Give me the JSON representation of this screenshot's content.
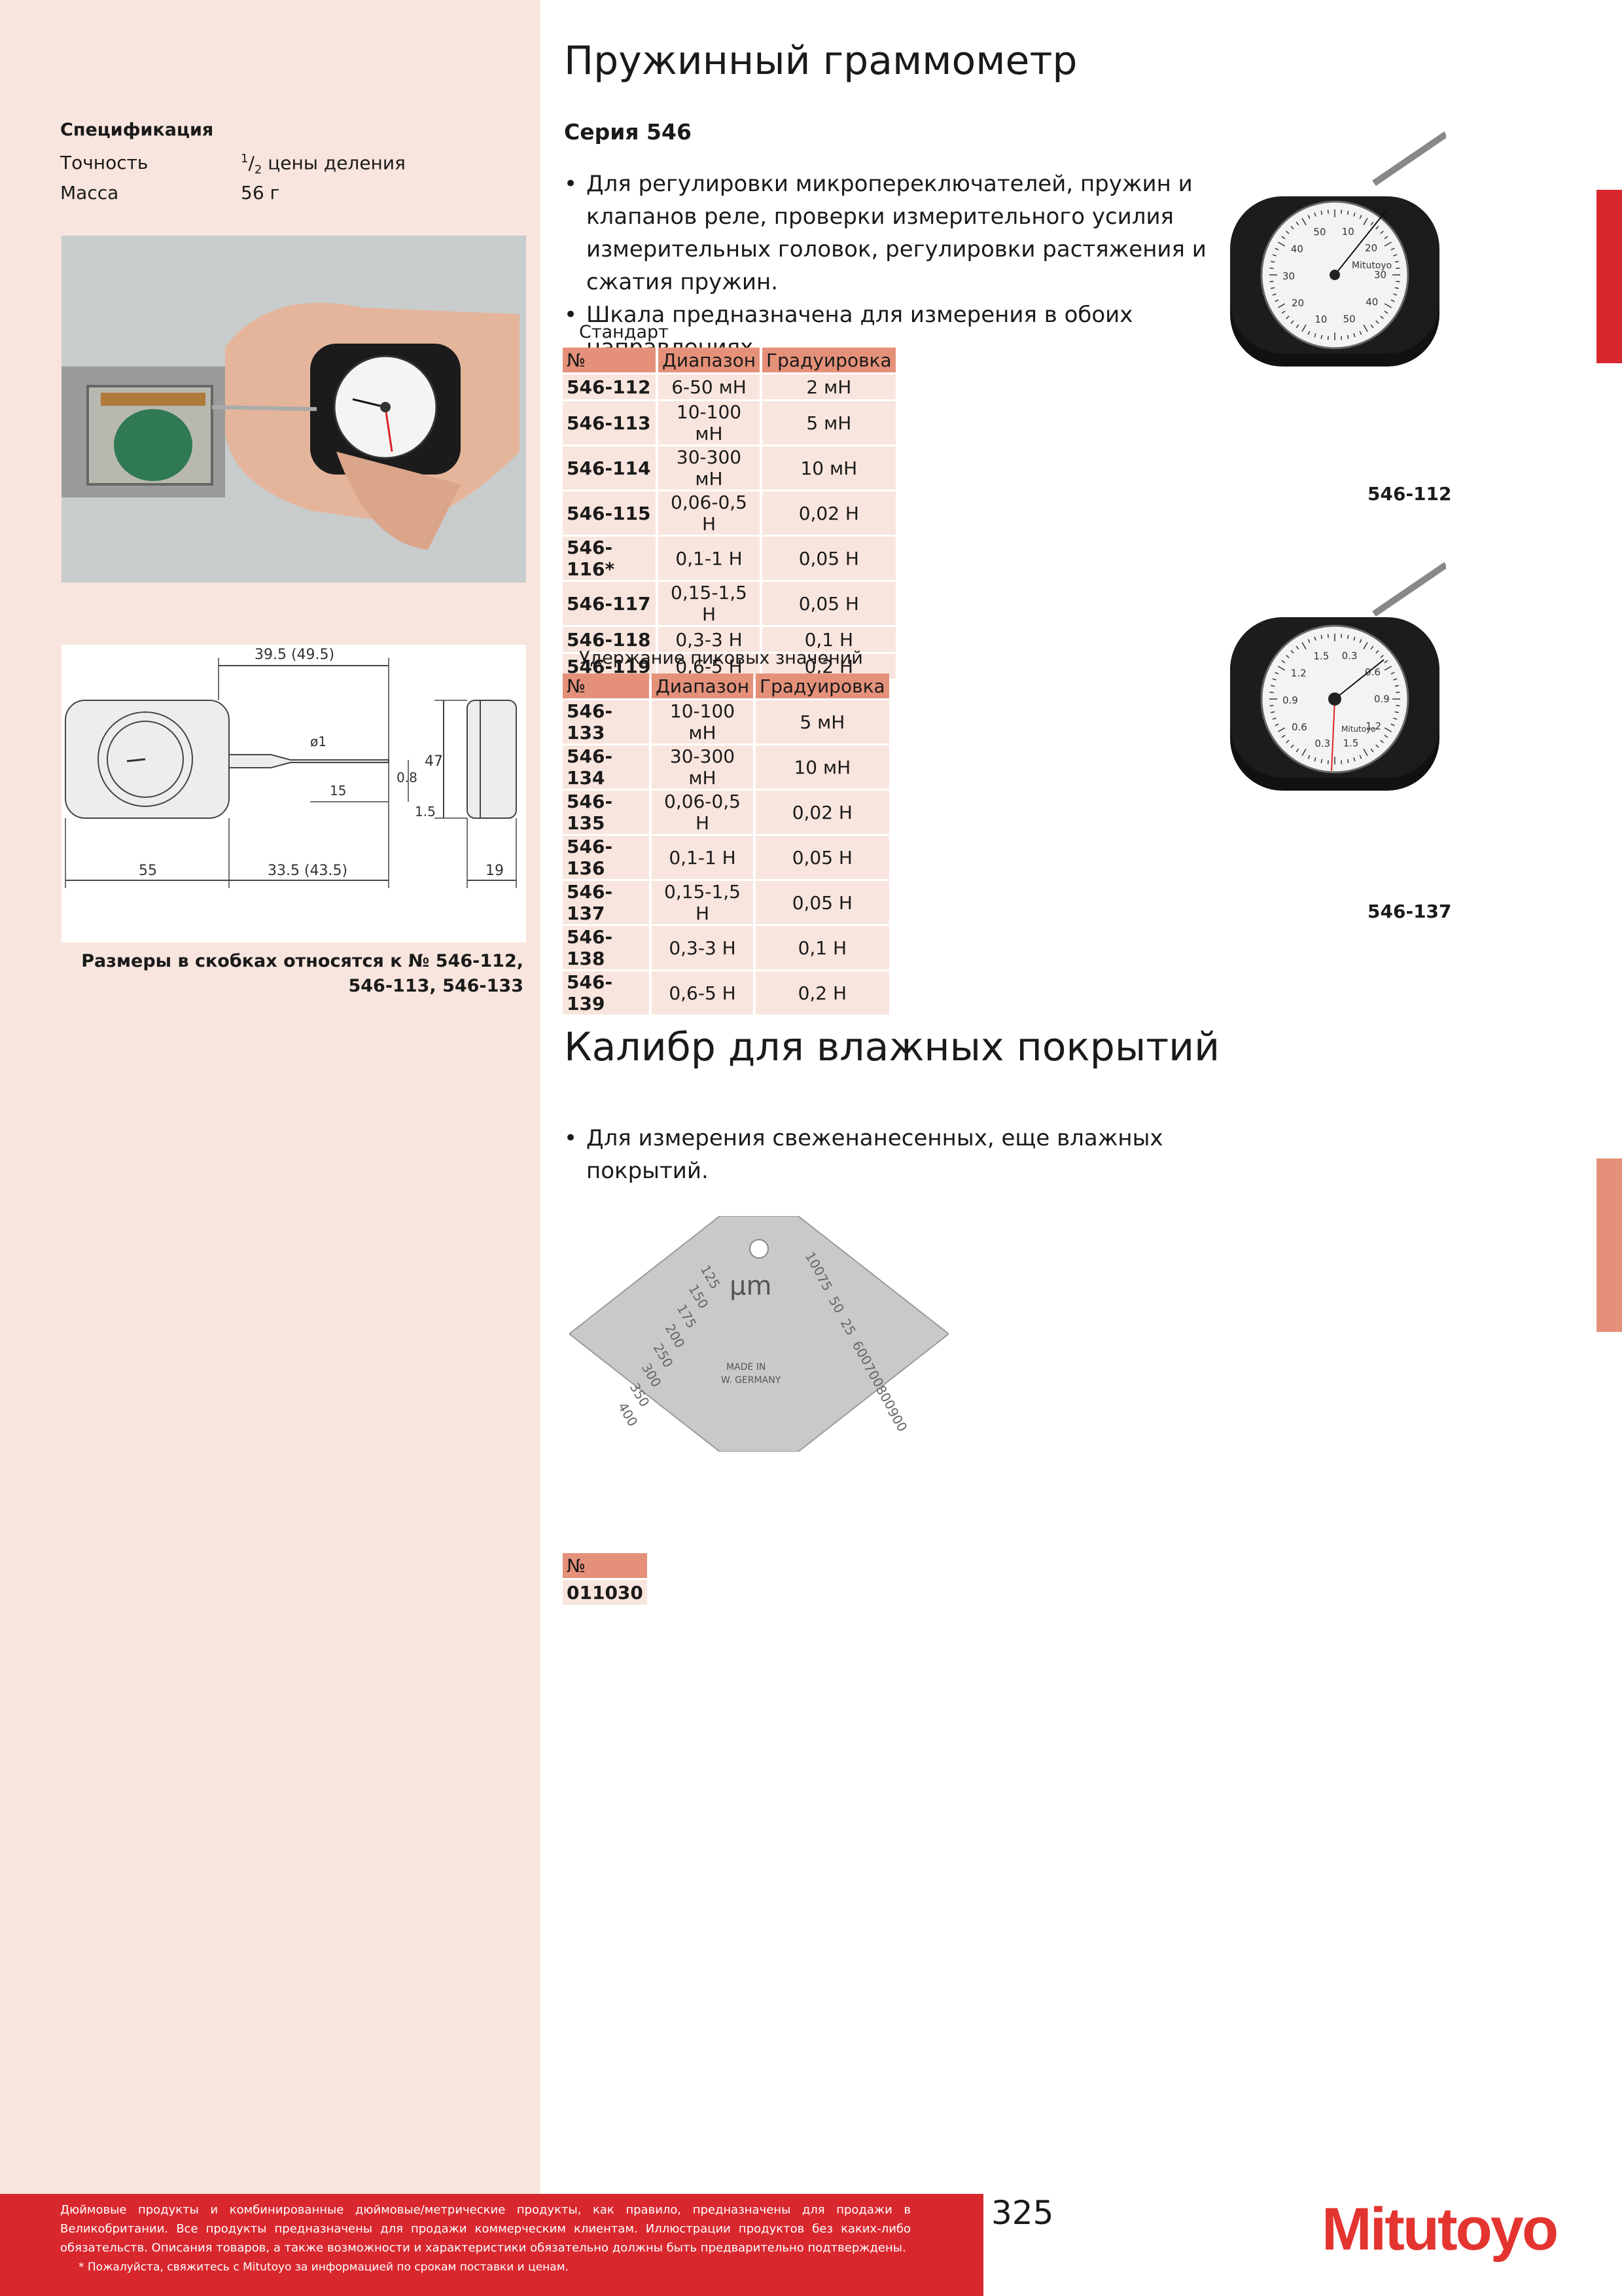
{
  "left": {
    "spec_title": "Спецификация",
    "spec": [
      {
        "label": "Точность",
        "value_sup": "1",
        "value_sub": "2",
        "value_rest": " цены деления"
      },
      {
        "label": "Масса",
        "value": "56 г"
      }
    ],
    "dims": {
      "top": "39.5 (49.5)",
      "phi": "ø1",
      "d08": "0.8",
      "d47": "47",
      "d15": "15",
      "d1_5": "1.5",
      "d55": "55",
      "d33_5": "33.5 (43.5)",
      "d19": "19"
    },
    "caption": "Размеры в скобках относятся к № 546-112, 546-113, 546-133"
  },
  "section1": {
    "title": "Пружинный граммометр",
    "series": "Серия 546",
    "bullets": [
      "Для регулировки микропереключателей, пружин и клапанов реле, проверки измерительного усилия измерительных головок, регулировки растяжения и сжатия пружин.",
      "Шкала предназначена для измерения в обоих направлениях."
    ],
    "table_standard": {
      "label": "Стандарт",
      "headers": [
        "№",
        "Диапазон",
        "Градуировка"
      ],
      "rows": [
        [
          "546-112",
          "6-50 мН",
          "2 мН"
        ],
        [
          "546-113",
          "10-100 мН",
          "5 мН"
        ],
        [
          "546-114",
          "30-300 мН",
          "10 мН"
        ],
        [
          "546-115",
          "0,06-0,5 Н",
          "0,02 Н"
        ],
        [
          "546-116*",
          "0,1-1 Н",
          "0,05 Н"
        ],
        [
          "546-117",
          "0,15-1,5 Н",
          "0,05 Н"
        ],
        [
          "546-118",
          "0,3-3 Н",
          "0,1 Н"
        ],
        [
          "546-119",
          "0,6-5 Н",
          "0,2 Н"
        ]
      ]
    },
    "table_peak": {
      "label": "Удержание пиковых значений",
      "headers": [
        "№",
        "Диапазон",
        "Градуировка"
      ],
      "rows": [
        [
          "546-133",
          "10-100 мН",
          "5 мН"
        ],
        [
          "546-134",
          "30-300 мН",
          "10 мН"
        ],
        [
          "546-135",
          "0,06-0,5 Н",
          "0,02 Н"
        ],
        [
          "546-136",
          "0,1-1 Н",
          "0,05 Н"
        ],
        [
          "546-137",
          "0,15-1,5 Н",
          "0,05 Н"
        ],
        [
          "546-138",
          "0,3-3 Н",
          "0,1 Н"
        ],
        [
          "546-139",
          "0,6-5 Н",
          "0,2 Н"
        ]
      ]
    },
    "product1": {
      "caption": "546-112",
      "brand": "Mitutoyo",
      "scale": [
        "10",
        "20",
        "30",
        "40",
        "50",
        "10",
        "20",
        "30",
        "40",
        "50"
      ]
    },
    "product2": {
      "caption": "546-137",
      "brand": "Mitutoyo",
      "scale": [
        "0.3",
        "0.6",
        "0.9",
        "1.2",
        "1.5",
        "0.3",
        "0.6",
        "0.9",
        "1.2",
        "1.5"
      ]
    }
  },
  "section2": {
    "title": "Калибр для влажных покрытий",
    "bullets": [
      "Для измерения свеженанесенных, еще влажных покрытий."
    ],
    "gauge": {
      "unit": "µm",
      "made_in_1": "MADE IN",
      "made_in_2": "W. GERMANY",
      "left_marks": [
        "125",
        "150",
        "175",
        "200",
        "250",
        "300",
        "350",
        "400"
      ],
      "right_marks": [
        "100",
        "75",
        "50",
        "25",
        "600",
        "700",
        "800",
        "900"
      ]
    },
    "table": {
      "header": "№",
      "row": "011030"
    }
  },
  "footer": {
    "text": "Дюймовые продукты и комбинированные дюймовые/метрические продукты, как правило, предназначены для продажи в Великобритании. Все продукты предназначены для продажи коммерческим клиентам. Иллюстрации продуктов без каких-либо обязательств. Описания товаров, а также возможности и характеристики обязательно должны быть предварительно подтверждены.",
    "note": "* Пожалуйста, свяжитесь с Mitutoyo за информацией по срокам поставки и ценам.",
    "page": "325",
    "logo": "Mitutoyo"
  },
  "colors": {
    "accent_red": "#d9272e",
    "salmon": "#e5917a",
    "panel": "#f8e5dd"
  }
}
